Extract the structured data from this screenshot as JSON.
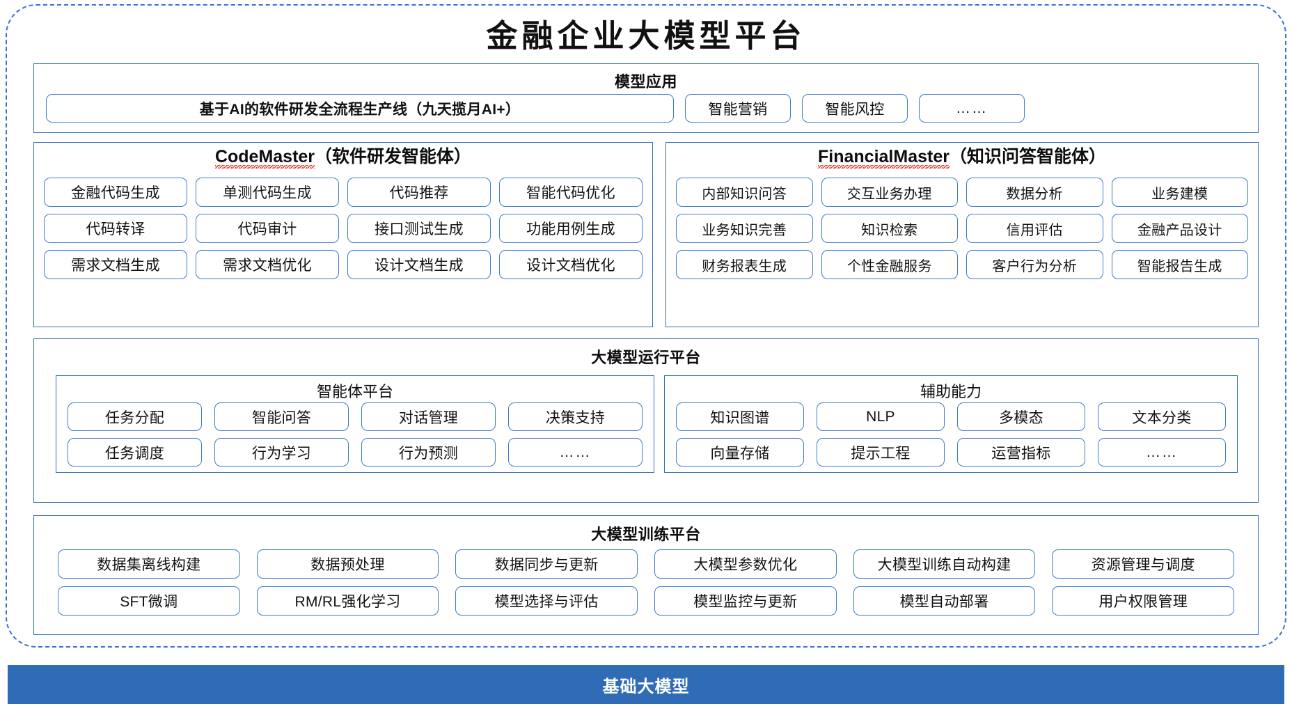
{
  "page": {
    "title": "金融企业大模型平台",
    "accent_border": "#2e6db4",
    "pill_border": "#3d7cc9",
    "dashed_border": "#3a6fd8",
    "base_bar_color": "#2f6cb5",
    "spellcheck_underline": "#e23b2e"
  },
  "model_application": {
    "title": "模型应用",
    "primary": "基于AI的软件研发全流程生产线（九天揽月AI+）",
    "items": [
      "智能营销",
      "智能风控",
      "……"
    ]
  },
  "agents": [
    {
      "id": "codemaster",
      "name_en": "CodeMaster",
      "name_cn": "（软件研发智能体）",
      "rows": [
        [
          "金融代码生成",
          "单测代码生成",
          "代码推荐",
          "智能代码优化"
        ],
        [
          "代码转译",
          "代码审计",
          "接口测试生成",
          "功能用例生成"
        ],
        [
          "需求文档生成",
          "需求文档优化",
          "设计文档生成",
          "设计文档优化"
        ]
      ]
    },
    {
      "id": "financialmaster",
      "name_en": "FinancialMaster",
      "name_cn": "（知识问答智能体）",
      "rows": [
        [
          "内部知识问答",
          "交互业务办理",
          "数据分析",
          "业务建模"
        ],
        [
          "业务知识完善",
          "知识检索",
          "信用评估",
          "金融产品设计"
        ],
        [
          "财务报表生成",
          "个性金融服务",
          "客户行为分析",
          "智能报告生成"
        ]
      ]
    }
  ],
  "runtime_platform": {
    "title": "大模型运行平台",
    "panels": [
      {
        "id": "agent-platform",
        "title": "智能体平台",
        "rows": [
          [
            "任务分配",
            "智能问答",
            "对话管理",
            "决策支持"
          ],
          [
            "任务调度",
            "行为学习",
            "行为预测",
            "……"
          ]
        ]
      },
      {
        "id": "aux-capability",
        "title": "辅助能力",
        "rows": [
          [
            "知识图谱",
            "NLP",
            "多模态",
            "文本分类"
          ],
          [
            "向量存储",
            "提示工程",
            "运营指标",
            "……"
          ]
        ]
      }
    ]
  },
  "training_platform": {
    "title": "大模型训练平台",
    "rows": [
      [
        "数据集离线构建",
        "数据预处理",
        "数据同步与更新",
        "大模型参数优化",
        "大模型训练自动构建",
        "资源管理与调度"
      ],
      [
        "SFT微调",
        "RM/RL强化学习",
        "模型选择与评估",
        "模型监控与更新",
        "模型自动部署",
        "用户权限管理"
      ]
    ]
  },
  "base_model": {
    "label": "基础大模型"
  }
}
